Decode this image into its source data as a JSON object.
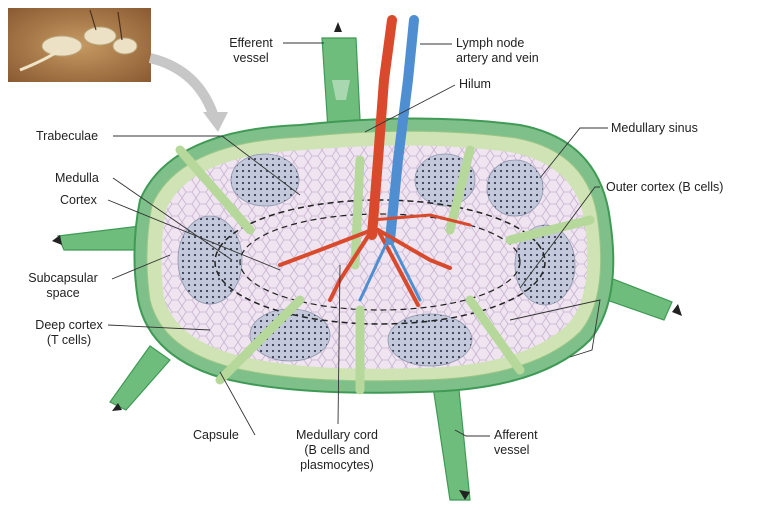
{
  "colors": {
    "capsule": "#7fc08a",
    "capsule_dark": "#3f9a55",
    "trabecula": "#cfe3b5",
    "cortex_bg": "#eee0ec",
    "follicle": "#b9c2d6",
    "artery": "#d94a2c",
    "vein": "#4f8fd1",
    "vessel": "#5fb46f"
  },
  "labels": {
    "efferent": "Efferent\nvessel",
    "lymph_node_av": "Lymph node\nartery and vein",
    "hilum": "Hilum",
    "medullary_sinus": "Medullary sinus",
    "trabeculae": "Trabeculae",
    "medulla": "Medulla",
    "cortex": "Cortex",
    "outer_cortex": "Outer cortex (B cells)",
    "subcapsular": "Subcapsular\nspace",
    "deep_cortex": "Deep cortex\n(T cells)",
    "capsule": "Capsule",
    "medullary_cord": "Medullary cord\n(B cells and\nplasmocytes)",
    "afferent": "Afferent\nvessel"
  },
  "photo": {
    "description_icon": "lymph-node-photo"
  }
}
